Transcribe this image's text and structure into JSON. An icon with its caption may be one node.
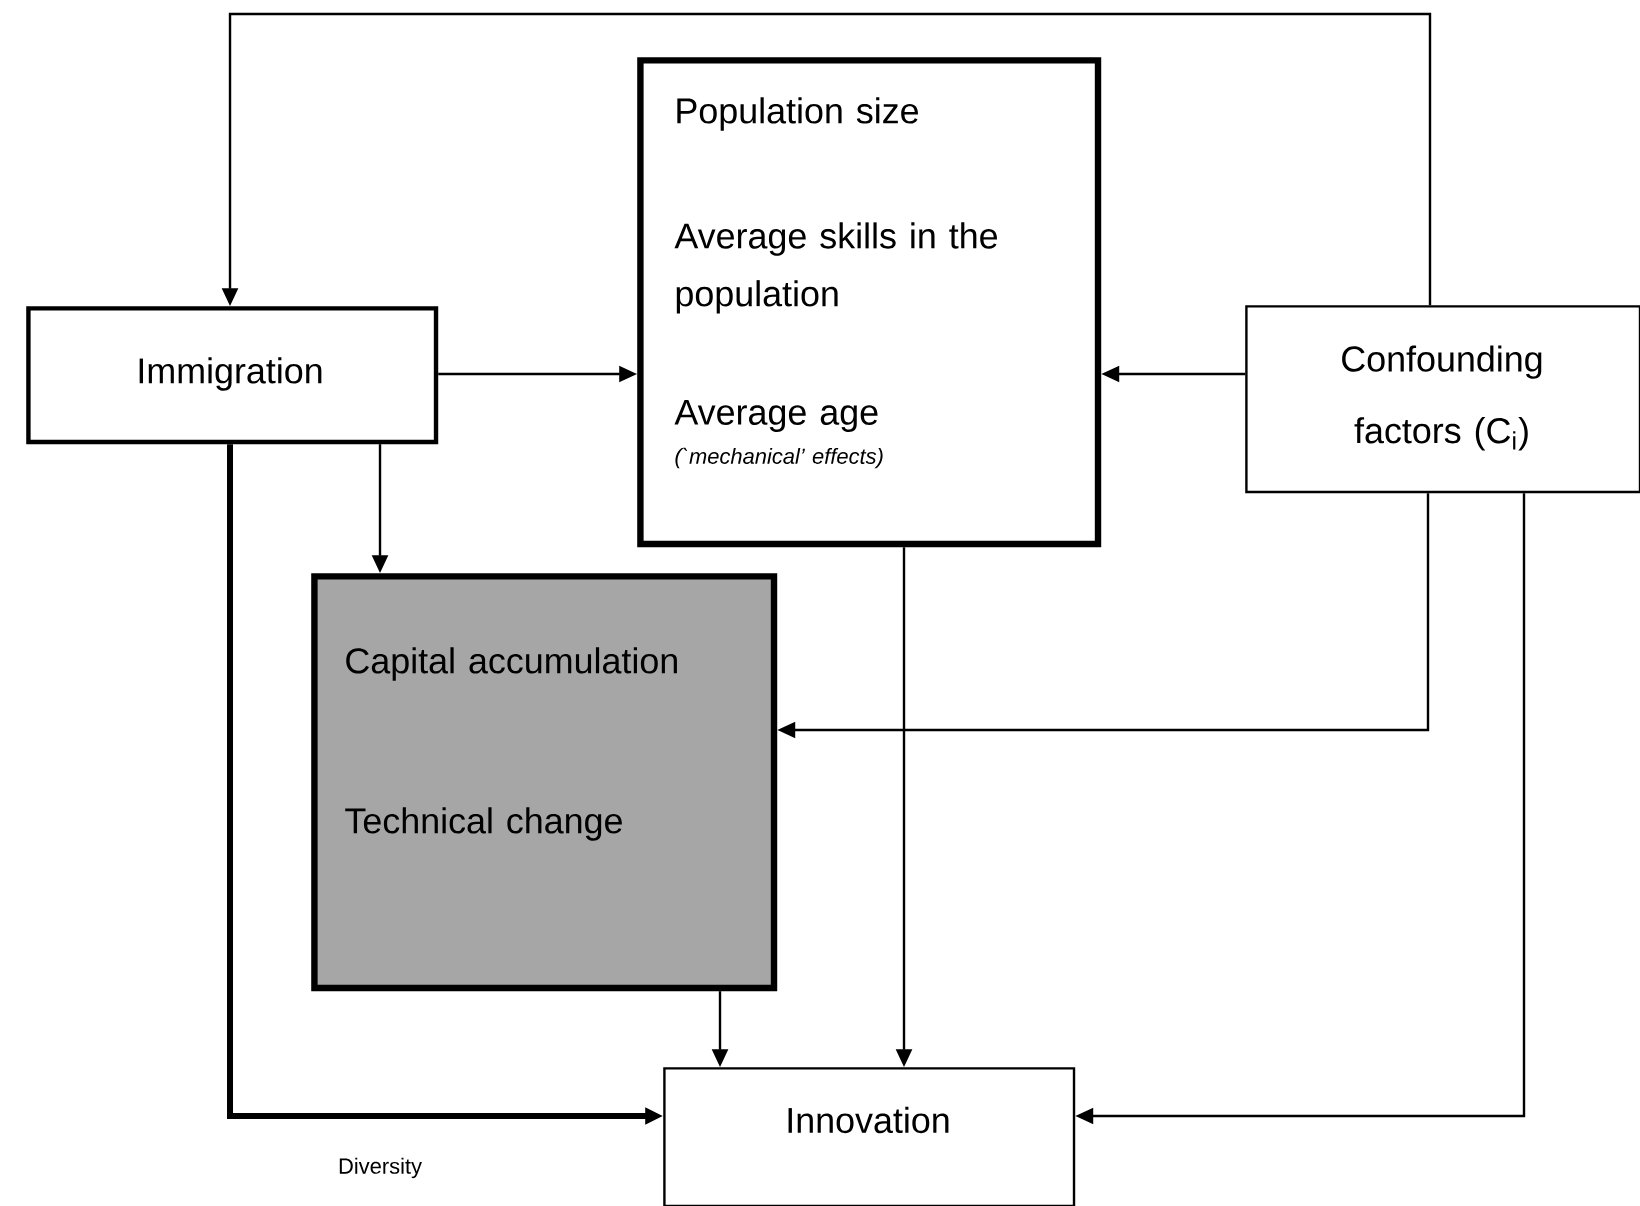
{
  "diagram": {
    "nodes": [
      {
        "text": [
          "Immigration"
        ]
      },
      {
        "text": [
          "Population size",
          "Average skills in the population",
          "Average age",
          "*(`mechanical’ effects)*"
        ]
      },
      {
        "text": [
          "Confounding factors (C$_{i}$)"
        ]
      },
      {
        "text": [
          "Capital accumulation",
          "Technical change"
        ]
      },
      {
        "text": [
          "Innovation"
        ]
      }
    ],
    "edges": [
      {
        "from": 2,
        "to": 0,
        "arrow": "to"
      },
      {
        "from": 0,
        "to": 1,
        "arrow": "to"
      },
      {
        "from": 2,
        "to": 1,
        "arrow": "to"
      },
      {
        "from": 0,
        "to": 3,
        "arrow": "to"
      },
      {
        "from": 2,
        "to": 3,
        "arrow": "to"
      },
      {
        "from": 1,
        "to": 4,
        "arrow": "to"
      },
      {
        "from": 3,
        "to": 4,
        "arrow": "to"
      },
      {
        "from": 0,
        "to": 4,
        "arrow": "to",
        "style": "thick",
        "label": "Diversity"
      },
      {
        "from": 2,
        "to": 4,
        "arrow": "to"
      }
    ]
  }
}
